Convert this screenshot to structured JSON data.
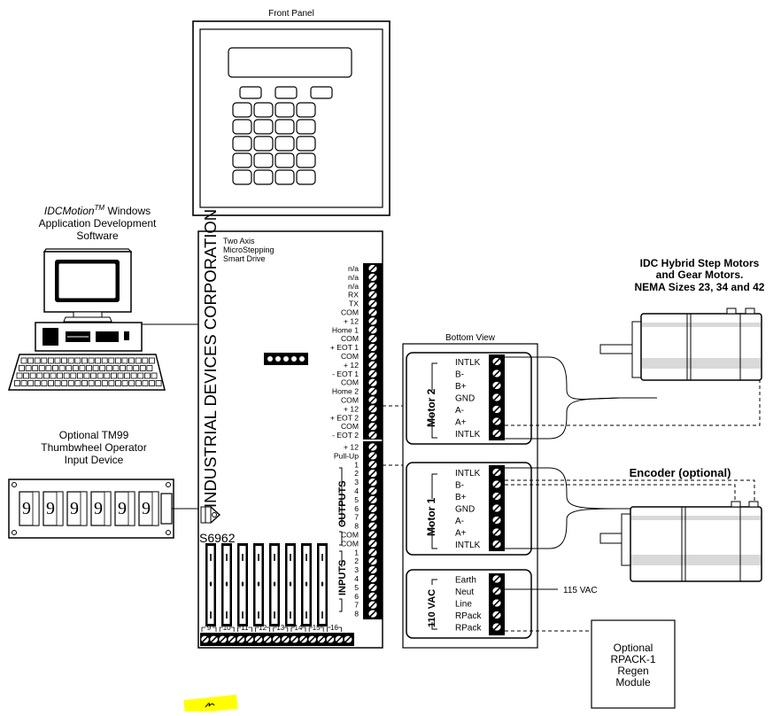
{
  "front_panel": {
    "title": "Front Panel",
    "key_rows": 5,
    "key_cols": 4,
    "soft_keys": 3
  },
  "software": {
    "line1_italic": "IDCMotion",
    "line1_tm": "TM",
    "line1_rest": " Windows",
    "line2": "Application Development",
    "line3": "Software"
  },
  "tm99": {
    "line1": "Optional TM99",
    "line2": "Thumbwheel Operator",
    "line3": "Input Device",
    "digits": [
      "9",
      "9",
      "9",
      "9",
      "9",
      "9"
    ]
  },
  "drive": {
    "company": "INDUSTRIAL DEVICES CORPORATION",
    "product_line1": "Two Axis",
    "product_line2": "MicroStepping",
    "product_line3": "Smart Drive",
    "model": "S6962",
    "terminals_upper": [
      "n/a",
      "n/a",
      "n/a",
      "RX",
      "TX",
      "COM",
      "+ 12",
      "Home 1",
      "COM",
      "+ EOT 1",
      "COM",
      "+ 12",
      "- EOT 1",
      "COM",
      "Home 2",
      "COM",
      "+ 12",
      "+ EOT 2",
      "COM",
      "- EOT 2"
    ],
    "terminals_lower": [
      "+ 12",
      "Pull-Up",
      "1",
      "2",
      "3",
      "4",
      "5",
      "6",
      "7",
      "8",
      "COM",
      "COM",
      "1",
      "2",
      "3",
      "4",
      "5",
      "6",
      "7",
      "8"
    ],
    "outputs_label": "OUTPUTS",
    "inputs_label": "INPUTS",
    "bottom_numbers": [
      "9",
      "10",
      "11",
      "12",
      "13",
      "14",
      "15",
      "16"
    ]
  },
  "bottom_view": {
    "title": "Bottom View",
    "motor2_label": "Motor 2",
    "motor2_terminals": [
      "INTLK",
      "B-",
      "B+",
      "GND",
      "A-",
      "A+",
      "INTLK"
    ],
    "motor1_label": "Motor 1",
    "motor1_terminals": [
      "INTLK",
      "B-",
      "B+",
      "GND",
      "A-",
      "A+",
      "INTLK"
    ],
    "power_label": "110 VAC",
    "power_terminals": [
      "Earth",
      "Neut",
      "Line",
      "RPack",
      "RPack"
    ],
    "vac_label": "115 VAC"
  },
  "motors": {
    "line1": "IDC Hybrid Step Motors",
    "line2": "and Gear Motors.",
    "line3": "NEMA Sizes 23, 34 and 42"
  },
  "encoder": {
    "label": "Encoder (optional)"
  },
  "rpack": {
    "line1": "Optional",
    "line2": "RPACK-1",
    "line3": "Regen",
    "line4": "Module"
  },
  "colors": {
    "line": "#000000",
    "background": "#ffffff",
    "motor_stripe": "#d9d9d9",
    "highlight": "#ffff00"
  }
}
